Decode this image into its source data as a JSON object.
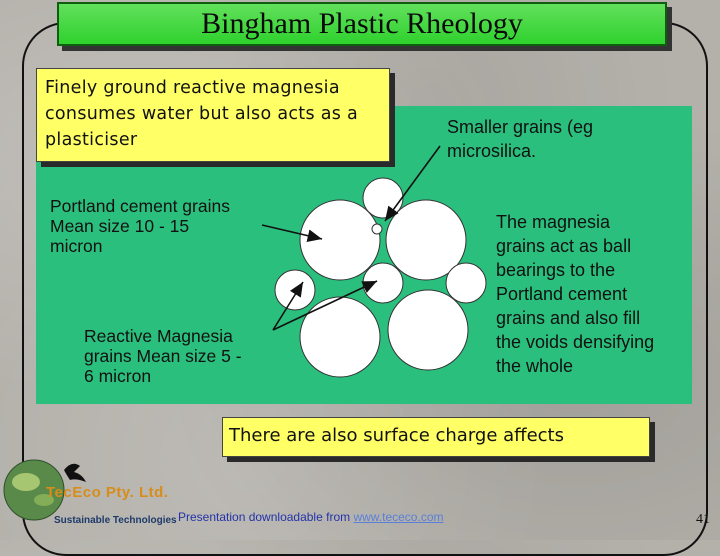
{
  "slide": {
    "title": "Bingham Plastic Rheology",
    "intro_box": "Finely ground reactive magnesia consumes water but also acts as a plasticiser",
    "smaller_grains": "Smaller grains (eg microsilica.",
    "portland_label": "Portland cement grains Mean size 10 - 15 micron",
    "magnesia_label": "Reactive Magnesia grains Mean size 5 - 6 micron",
    "ball_bearing_text": "The magnesia grains act as ball bearings to the Portland cement grains and also fill the voids densifying the whole",
    "surface_charge_box": "There are also surface charge affects",
    "page_number": "41"
  },
  "logo": {
    "name": "TecEco Pty. Ltd.",
    "tagline": "Sustainable Technologies"
  },
  "footer": {
    "text": "Presentation downloadable from",
    "url": "www.tececo.com"
  },
  "colors": {
    "title_bar": "#2fd12e",
    "panel": "#2bbf7e",
    "callout": "#ffff66"
  }
}
